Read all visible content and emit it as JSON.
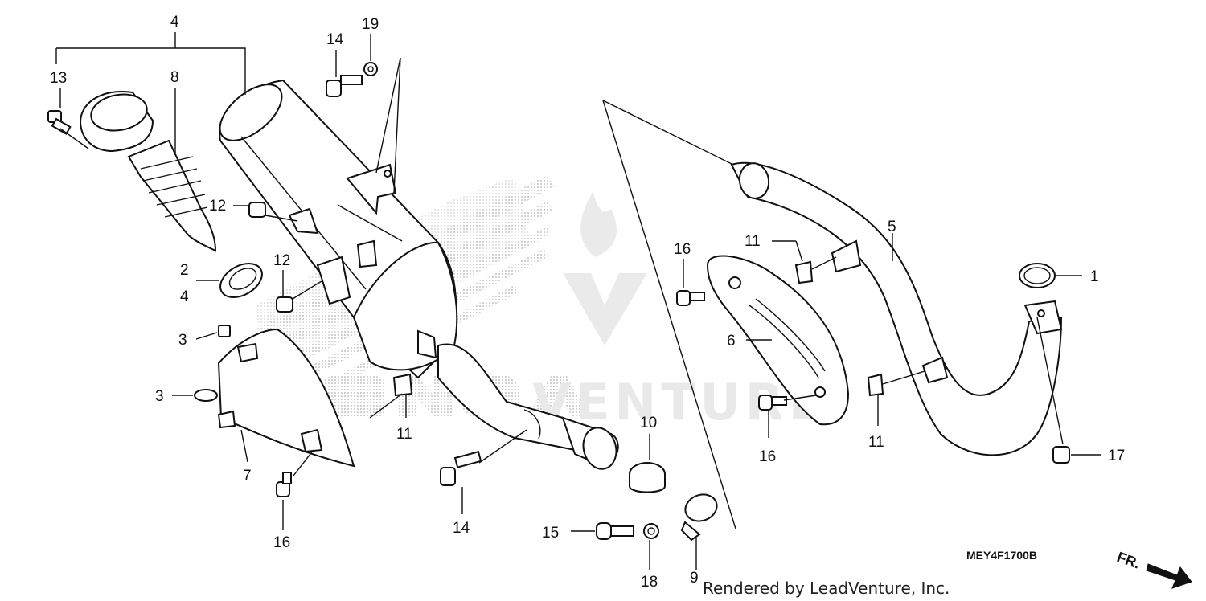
{
  "diagram": {
    "code": "MEY4F1700B",
    "credit": "Rendered by LeadVenture, Inc.",
    "direction_label": "FR.",
    "watermark_text": "VENTURE",
    "callouts": {
      "p1": "1",
      "p2": "2",
      "p3a": "3",
      "p3b": "3",
      "p4a": "4",
      "p4b": "4",
      "p5": "5",
      "p6": "6",
      "p7": "7",
      "p8": "8",
      "p9": "9",
      "p10": "10",
      "p11a": "11",
      "p11b": "11",
      "p11c": "11",
      "p12a": "12",
      "p12b": "12",
      "p13": "13",
      "p14a": "14",
      "p14b": "14",
      "p15": "15",
      "p16a": "16",
      "p16b": "16",
      "p16c": "16",
      "p17": "17",
      "p18": "18",
      "p19": "19"
    }
  }
}
